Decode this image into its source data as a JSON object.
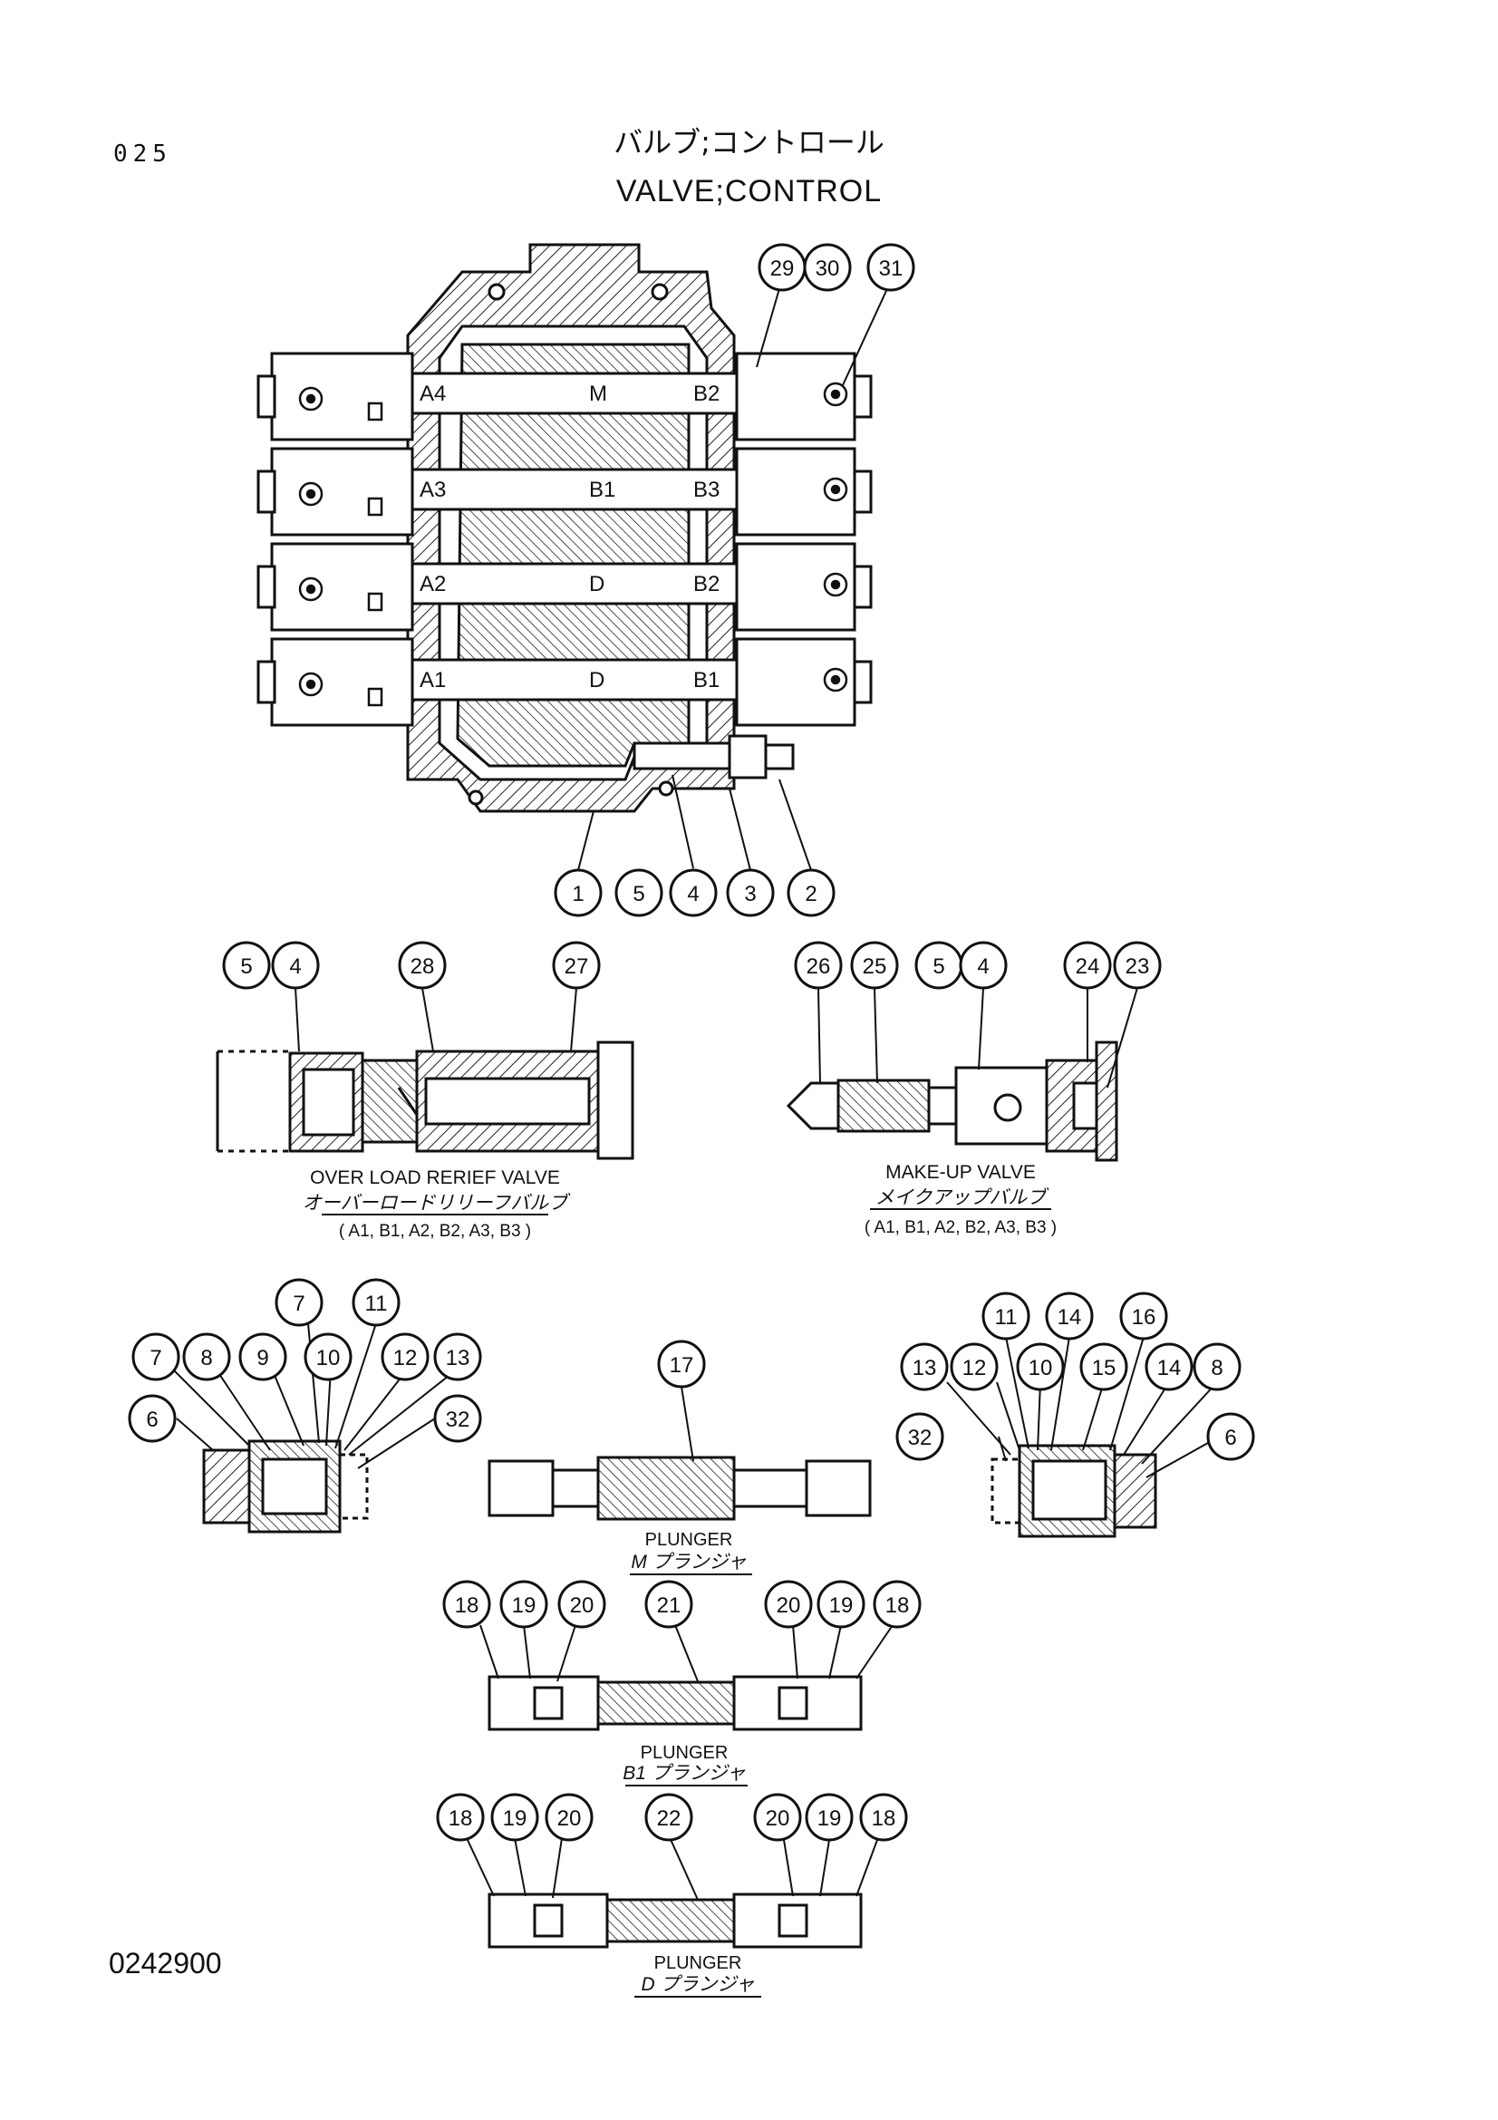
{
  "header": {
    "page_number": "025",
    "title_jp": "バルブ;コントロール",
    "title_en": "VALVE;CONTROL"
  },
  "footer": {
    "drawing_number": "0242900"
  },
  "main_valve": {
    "port_labels": [
      [
        "A4",
        "M",
        "B2"
      ],
      [
        "A3",
        "B1",
        "B3"
      ],
      [
        "A2",
        "D",
        "B2"
      ],
      [
        "A1",
        "D",
        "B1"
      ]
    ]
  },
  "callouts": {
    "main_top": [
      "29",
      "30",
      "31"
    ],
    "main_bottom": [
      "1",
      "5",
      "4",
      "3",
      "2"
    ],
    "relief": [
      "5",
      "4",
      "28",
      "27"
    ],
    "makeup": [
      "26",
      "25",
      "5",
      "4",
      "24",
      "23"
    ],
    "left_cap": [
      "7",
      "11",
      "7",
      "8",
      "9",
      "10",
      "12",
      "13",
      "6",
      "32"
    ],
    "m_plunger": [
      "17"
    ],
    "right_cap": [
      "11",
      "14",
      "16",
      "13",
      "12",
      "10",
      "15",
      "14",
      "8",
      "32",
      "6"
    ],
    "b1_plunger": [
      "18",
      "19",
      "20",
      "21",
      "20",
      "19",
      "18"
    ],
    "d_plunger": [
      "18",
      "19",
      "20",
      "22",
      "20",
      "19",
      "18"
    ]
  },
  "captions": {
    "relief_en": "OVER LOAD RERIEF VALVE",
    "relief_jp": "オーバーロードリリーフバルブ",
    "relief_ports": "( A1, B1, A2, B2, A3, B3 )",
    "makeup_en": "MAKE-UP VALVE",
    "makeup_jp": "メイクアップバルブ",
    "makeup_ports": "( A1, B1, A2, B2, A3, B3 )",
    "m_plunger_en": "PLUNGER",
    "m_plunger_jp": "M プランジャ",
    "b1_plunger_en": "PLUNGER",
    "b1_plunger_jp": "B1 プランジャ",
    "d_plunger_en": "PLUNGER",
    "d_plunger_jp": "D プランジャ"
  }
}
